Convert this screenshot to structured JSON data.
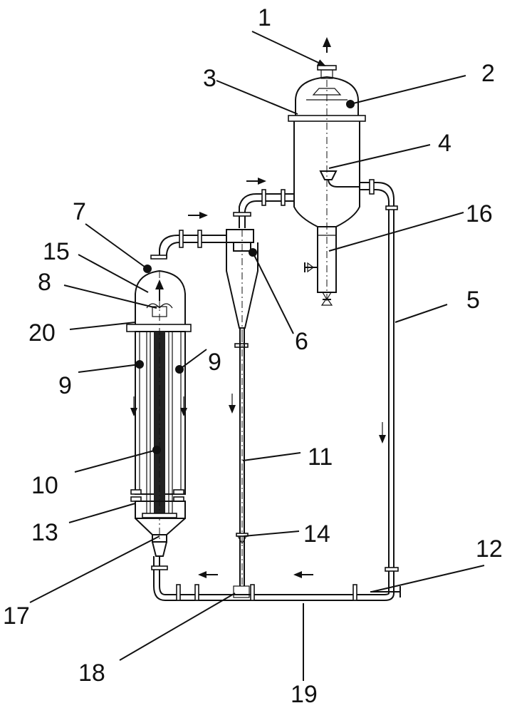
{
  "title": "Forced-circulation evaporator apparatus schematic",
  "labels": {
    "l1": "1",
    "l2": "2",
    "l3": "3",
    "l4": "4",
    "l5": "5",
    "l6": "6",
    "l7": "7",
    "l8": "8",
    "l9a": "9",
    "l9b": "9",
    "l10": "10",
    "l11": "11",
    "l12": "12",
    "l13": "13",
    "l14": "14",
    "l15": "15",
    "l16": "16",
    "l17": "17",
    "l18": "18",
    "l19": "19",
    "l20": "20"
  }
}
